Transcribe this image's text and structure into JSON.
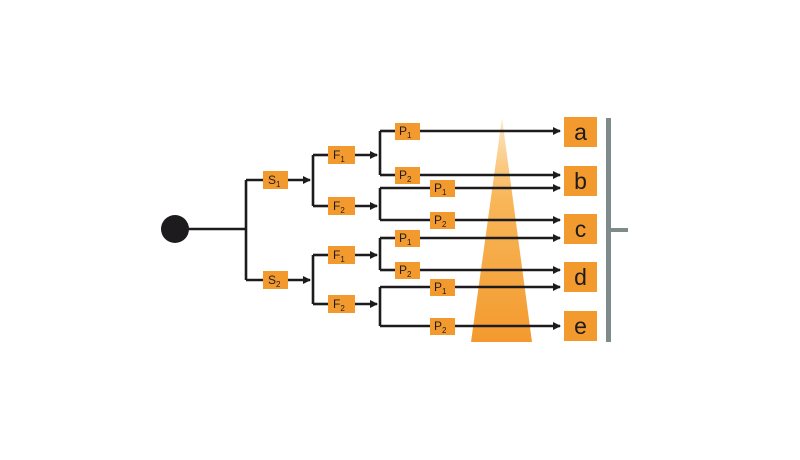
{
  "diagram": {
    "root_color": "#1e1b1e",
    "accent_color": "#f39a2e",
    "bracket_color": "#7f8a8a",
    "nodes": {
      "s1": {
        "letter": "S",
        "sub": "1"
      },
      "s2": {
        "letter": "S",
        "sub": "2"
      },
      "f1_top": {
        "letter": "F",
        "sub": "1"
      },
      "f2_top": {
        "letter": "F",
        "sub": "2"
      },
      "f1_bottom": {
        "letter": "F",
        "sub": "1"
      },
      "f2_bottom": {
        "letter": "F",
        "sub": "2"
      },
      "p1_a": {
        "letter": "P",
        "sub": "1"
      },
      "p2_b": {
        "letter": "P",
        "sub": "2"
      },
      "p1_b": {
        "letter": "P",
        "sub": "1"
      },
      "p2_c": {
        "letter": "P",
        "sub": "2"
      },
      "p1_c": {
        "letter": "P",
        "sub": "1"
      },
      "p2_d": {
        "letter": "P",
        "sub": "2"
      },
      "p1_d": {
        "letter": "P",
        "sub": "1"
      },
      "p2_e": {
        "letter": "P",
        "sub": "2"
      }
    },
    "outcomes": [
      "a",
      "b",
      "c",
      "d",
      "e"
    ]
  }
}
